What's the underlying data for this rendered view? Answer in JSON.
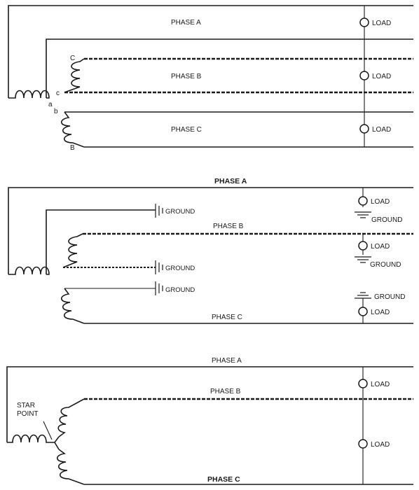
{
  "diagram_top": {
    "phase_a": "PHASE A",
    "phase_b": "PHASE B",
    "phase_c": "PHASE C",
    "load_label": "LOAD",
    "terminal_big_c": "C",
    "terminal_small_c": "c",
    "terminal_small_a": "a",
    "terminal_small_b": "b",
    "terminal_big_b": "B"
  },
  "diagram_middle": {
    "phase_a": "PHASE A",
    "phase_b": "PHASE B",
    "phase_c": "PHASE C",
    "load_label": "LOAD",
    "ground_label": "GROUND"
  },
  "diagram_bottom": {
    "phase_a": "PHASE A",
    "phase_b": "PHASE B",
    "phase_c": "PHASE C",
    "load_label": "LOAD",
    "star_point_line1": "STAR",
    "star_point_line2": "POINT"
  }
}
